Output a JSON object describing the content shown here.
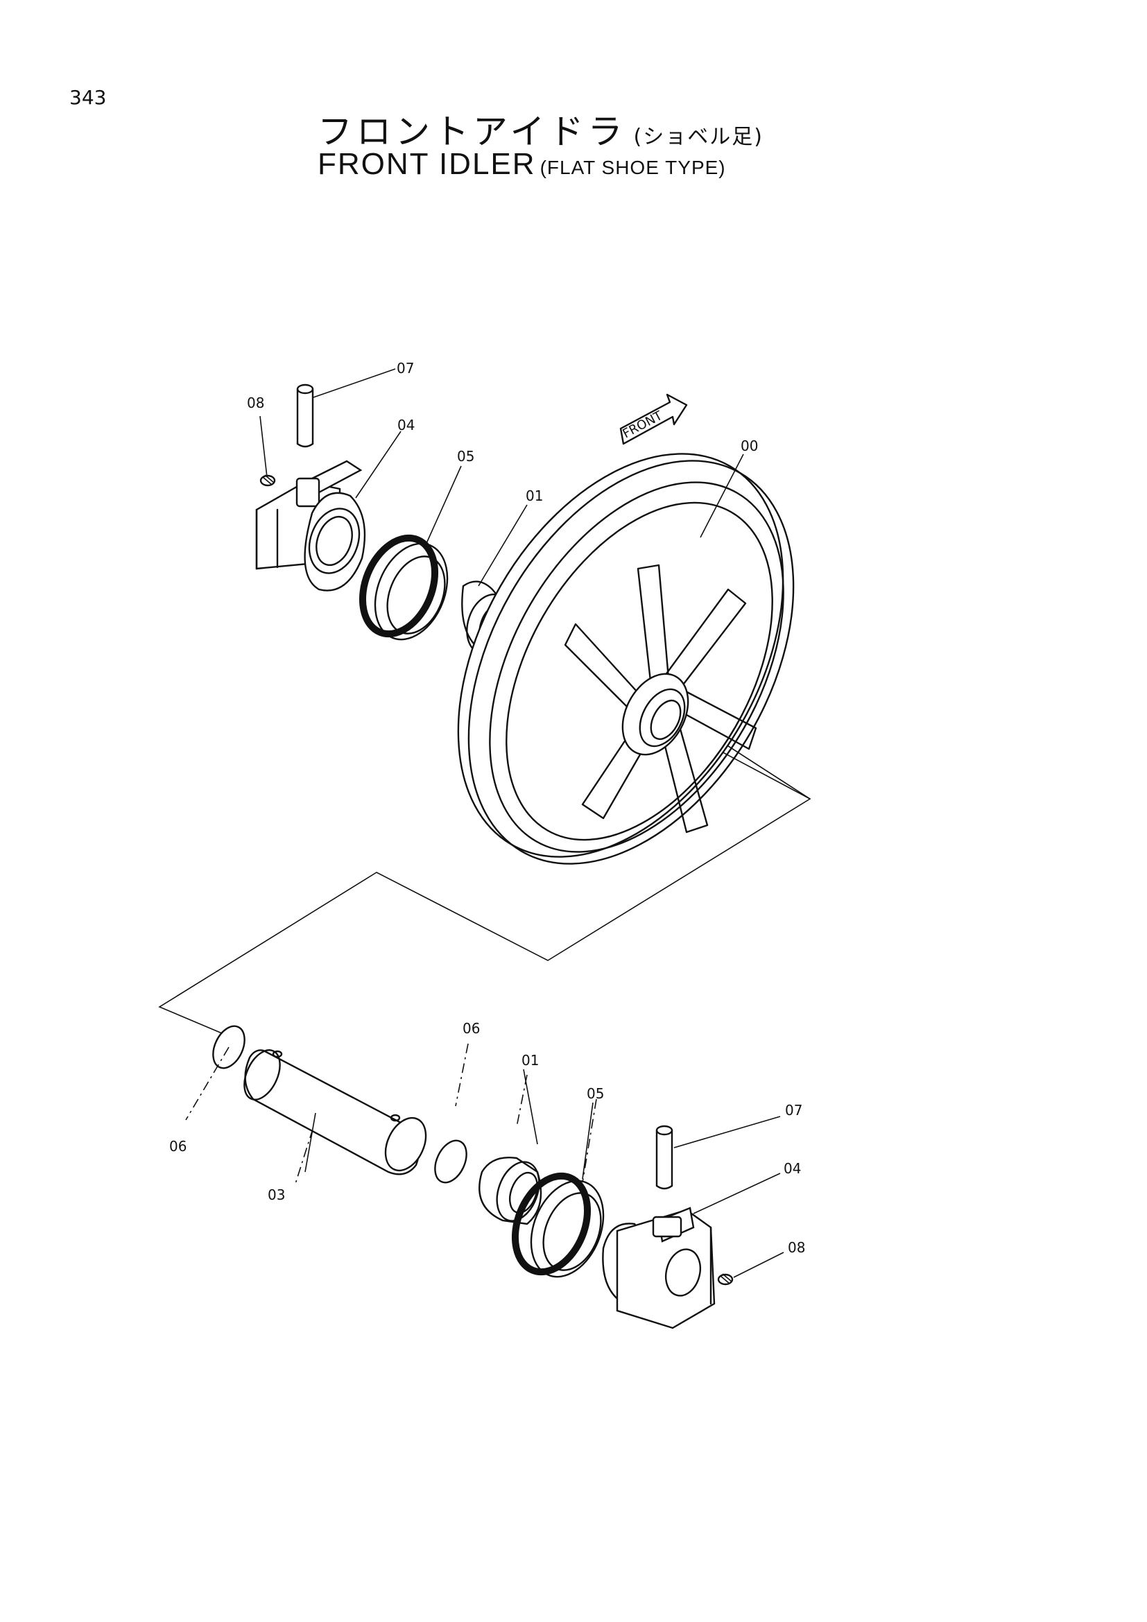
{
  "page": {
    "number": "343"
  },
  "title": {
    "jp_main": "フロントアイドラ",
    "jp_sub": "(ショベル足)",
    "en_main": "FRONT IDLER",
    "en_sub": "(FLAT SHOE TYPE)"
  },
  "diagram": {
    "front_arrow_text": "FRONT",
    "callouts": [
      {
        "id": "c-07-top",
        "text": "07"
      },
      {
        "id": "c-08-top",
        "text": "08"
      },
      {
        "id": "c-04-top",
        "text": "04"
      },
      {
        "id": "c-05-top",
        "text": "05"
      },
      {
        "id": "c-01-top",
        "text": "01"
      },
      {
        "id": "c-00",
        "text": "00"
      },
      {
        "id": "c-06-left",
        "text": "06"
      },
      {
        "id": "c-03",
        "text": "03"
      },
      {
        "id": "c-06-mid",
        "text": "06"
      },
      {
        "id": "c-01-bot",
        "text": "01"
      },
      {
        "id": "c-05-bot",
        "text": "05"
      },
      {
        "id": "c-07-bot",
        "text": "07"
      },
      {
        "id": "c-04-bot",
        "text": "04"
      },
      {
        "id": "c-08-bot",
        "text": "08"
      }
    ]
  }
}
